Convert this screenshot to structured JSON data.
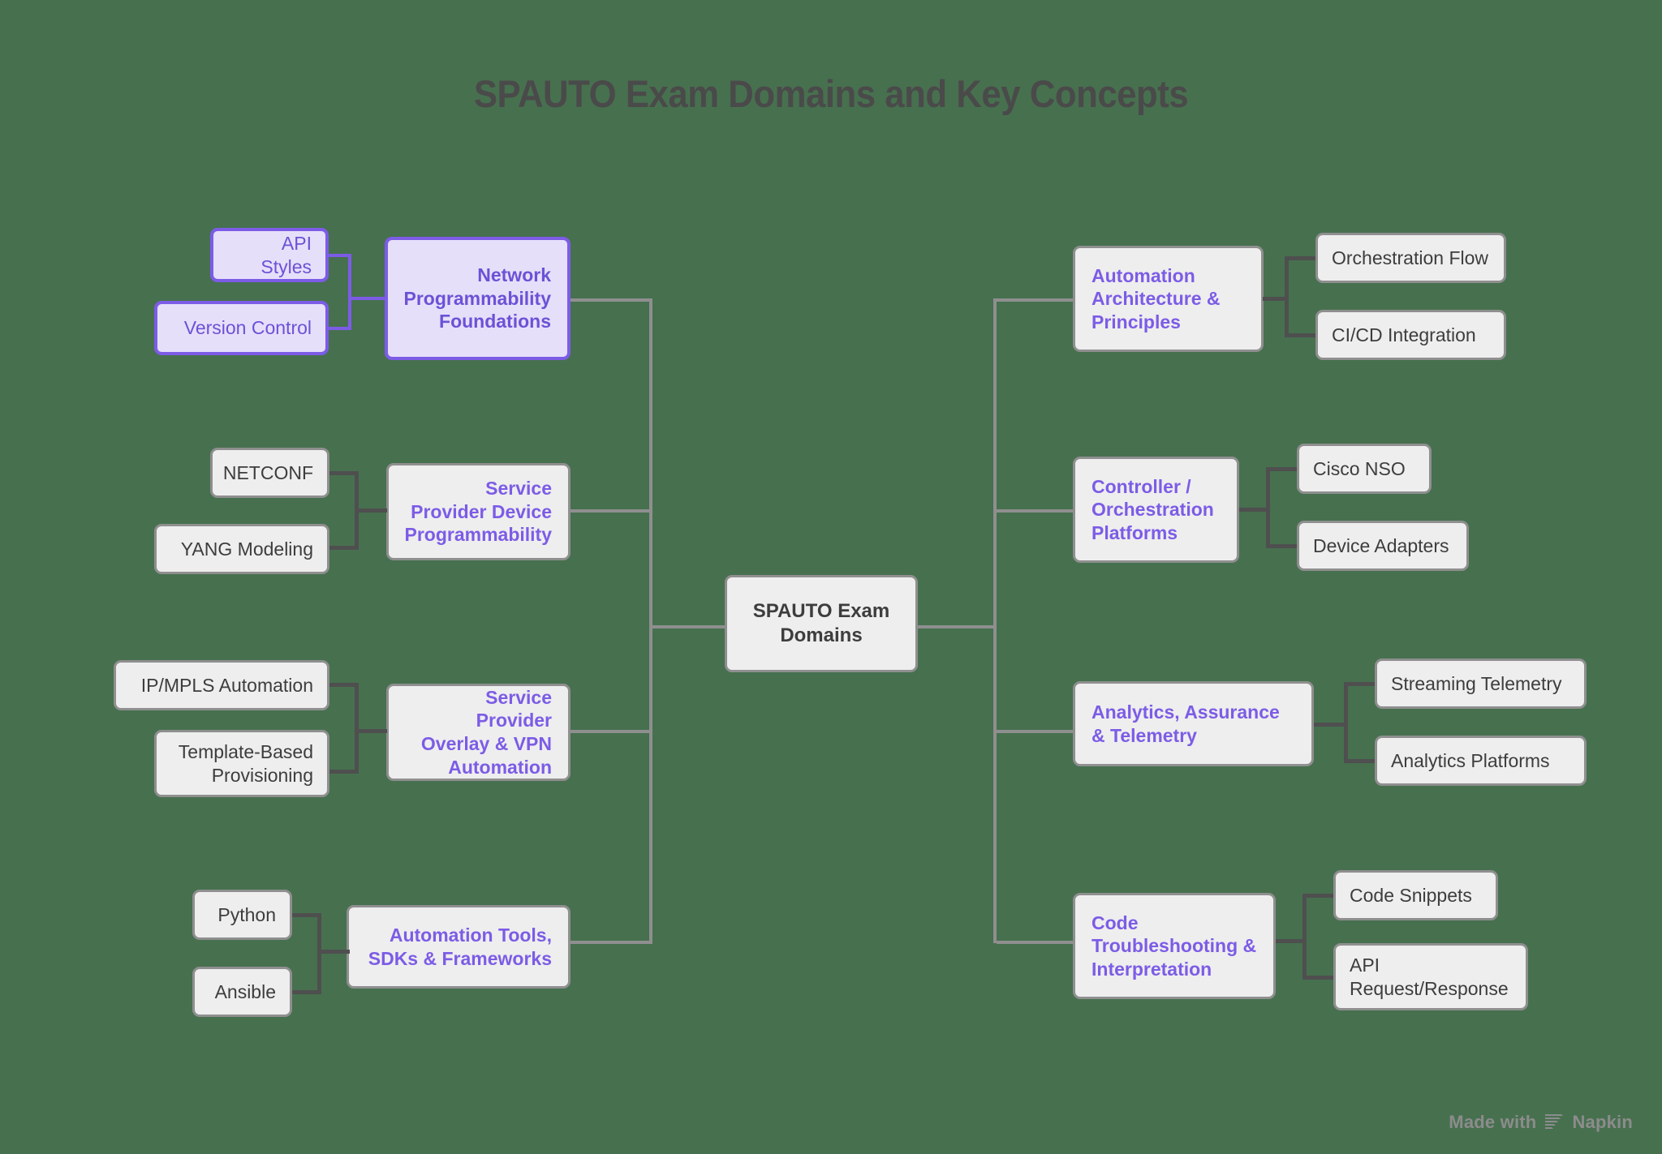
{
  "title": "SPAUTO Exam Domains and Key Concepts",
  "center": {
    "label": "SPAUTO Exam Domains"
  },
  "colors": {
    "background": "#47704f",
    "accent_purple": "#7c5ce6",
    "purple_fill": "#e6dffa",
    "gray_fill": "#eeeeee",
    "gray_border": "#8f8f8f",
    "text_dark": "#3d3d3d",
    "title_gray": "#4a4a4a",
    "connector_dark": "#4f4f4f"
  },
  "left_branches": [
    {
      "category": "Network Programmability Foundations",
      "highlighted": true,
      "children": [
        "API Styles",
        "Version Control"
      ]
    },
    {
      "category": "Service Provider Device Programmability",
      "highlighted": false,
      "children": [
        "NETCONF",
        "YANG Modeling"
      ]
    },
    {
      "category": "Service Provider Overlay & VPN Automation",
      "highlighted": false,
      "children": [
        "IP/MPLS Automation",
        "Template-Based Provisioning"
      ]
    },
    {
      "category": "Automation Tools, SDKs & Frameworks",
      "highlighted": false,
      "children": [
        "Python",
        "Ansible"
      ]
    }
  ],
  "right_branches": [
    {
      "category": "Automation Architecture & Principles",
      "children": [
        "Orchestration Flow",
        "CI/CD Integration"
      ]
    },
    {
      "category": "Controller / Orchestration Platforms",
      "children": [
        "Cisco NSO",
        "Device Adapters"
      ]
    },
    {
      "category": "Analytics, Assurance & Telemetry",
      "children": [
        "Streaming Telemetry",
        "Analytics Platforms"
      ]
    },
    {
      "category": "Code Troubleshooting & Interpretation",
      "children": [
        "Code Snippets",
        "API Request/Response"
      ]
    }
  ],
  "watermark": {
    "prefix": "Made with",
    "brand": "Napkin",
    "logo": "napkin-triangle-icon"
  }
}
